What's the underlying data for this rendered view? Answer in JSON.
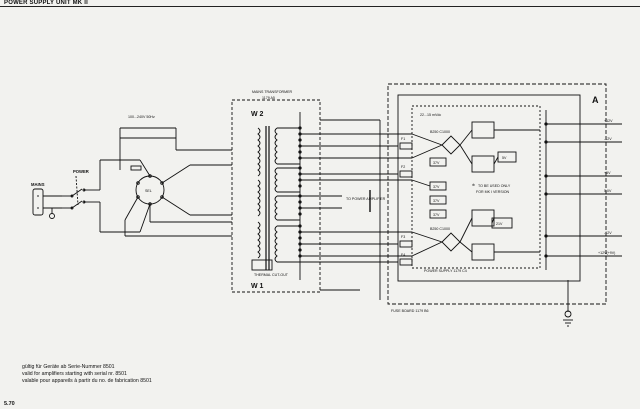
{
  "header": {
    "title": "POWER SUPPLY UNIT MK II"
  },
  "diagram": {
    "mains_label": "MAINS",
    "power_switch_label": "POWER",
    "voltage_selector_label": "100...240V 50Hz",
    "mains_transformer_label": "MAINS TRANSFORMER",
    "mains_transformer_part": "1179 A5",
    "winding_w2": "W 2",
    "winding_w1": "W 1",
    "thermal_switch_label": "THERMAL CUT-OUT",
    "to_power_amplifier_label": "TO POWER AMPLIFIER",
    "section_a": "A",
    "regulator_top_label": "22...15 mVdc",
    "rectifier_top": "B250 C1000",
    "rectifier_bottom": "B250 C1000",
    "reg_badges": [
      "37V",
      "37V",
      "37V",
      "37V",
      "21V"
    ],
    "voltage_badges": [
      "5V",
      "21V"
    ],
    "mk1_note_line1": "TO BE USED ONLY",
    "mk1_note_line2": "FOR MK I VERSION",
    "power_supply_board": "POWER SUPPLY 1179 C4",
    "fuse_board": "FUSE BOARD 1179 B6",
    "outputs": [
      "+12V",
      "-12V",
      "+5V",
      "5,0V",
      "-12V",
      "+12V(+9V)"
    ],
    "fuses": [
      "F1",
      "F2",
      "F3",
      "F4"
    ]
  },
  "notes": {
    "line_de": "gültig für Geräte ab Serie-Nummer 8501",
    "line_en": "valid for amplifiers starting with serial nr. 8501",
    "line_fr": "valable pour appareils à partir du no. de fabrication 8501"
  },
  "footer": {
    "page_number": "5.70"
  }
}
